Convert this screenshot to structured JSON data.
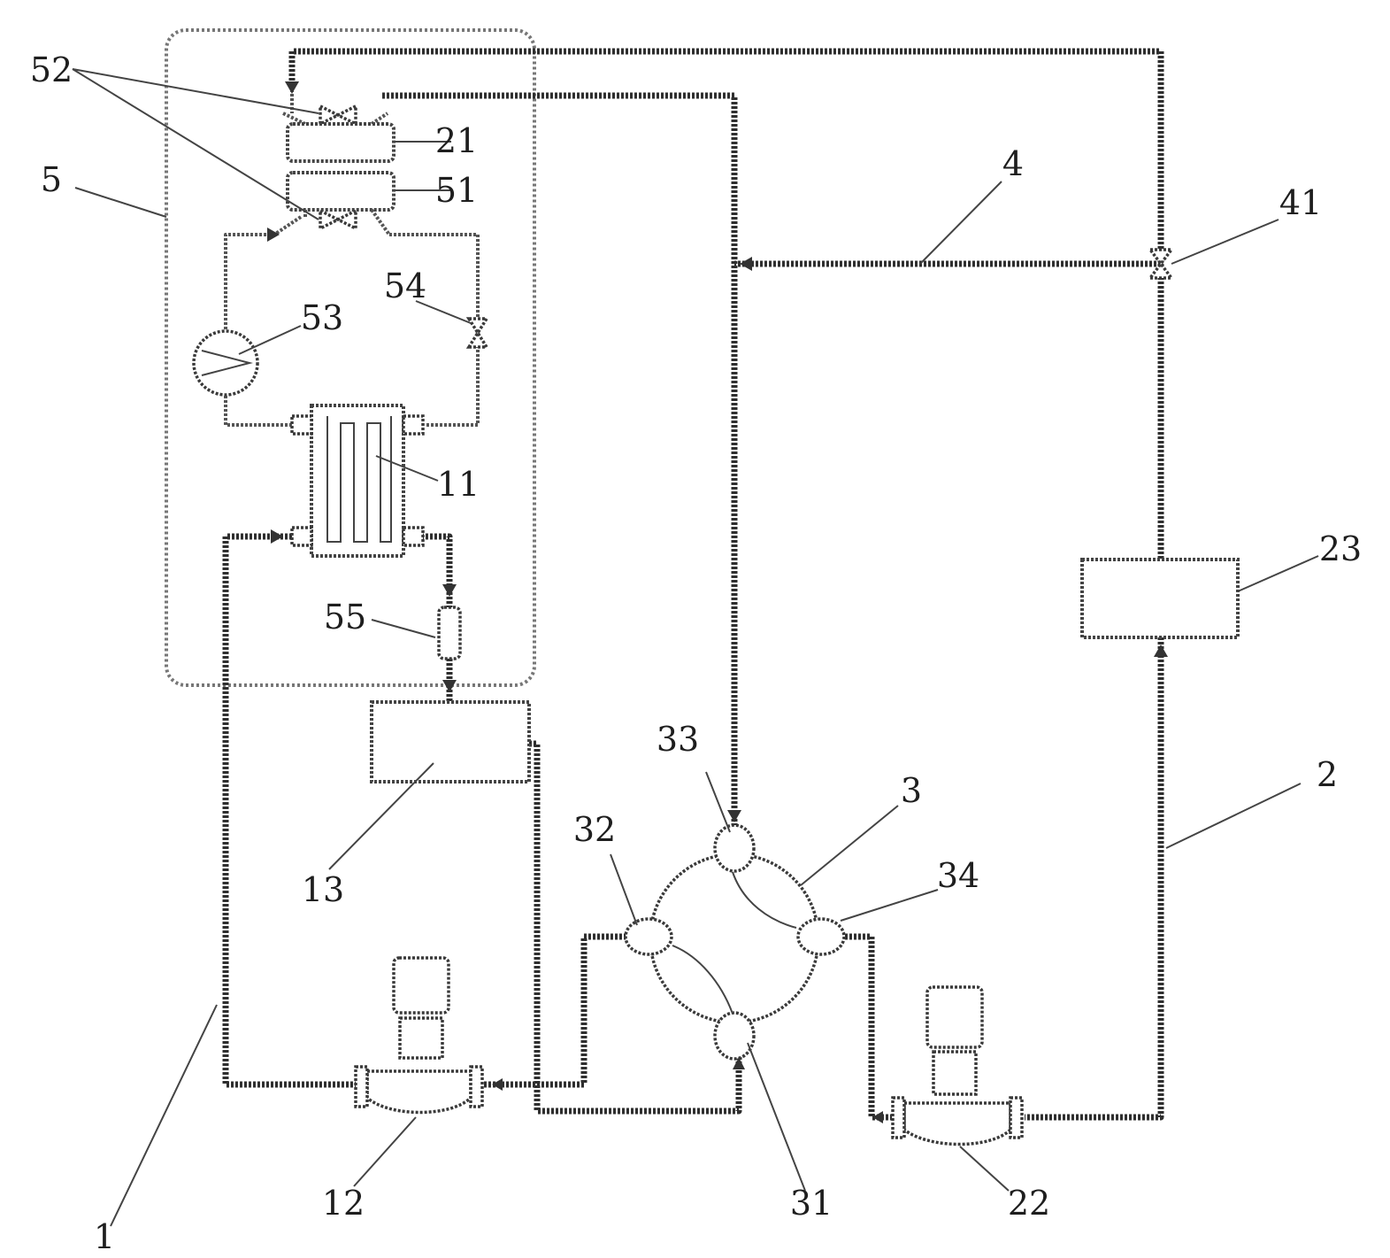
{
  "labels": {
    "l52": "52",
    "l21": "21",
    "l51": "51",
    "l5": "5",
    "l4": "4",
    "l41": "41",
    "l54": "54",
    "l53": "53",
    "l11": "11",
    "l55": "55",
    "l23": "23",
    "l13": "13",
    "l33": "33",
    "l3": "3",
    "l2": "2",
    "l32": "32",
    "l34": "34",
    "l1": "1",
    "l12": "12",
    "l31": "31",
    "l22": "22"
  }
}
